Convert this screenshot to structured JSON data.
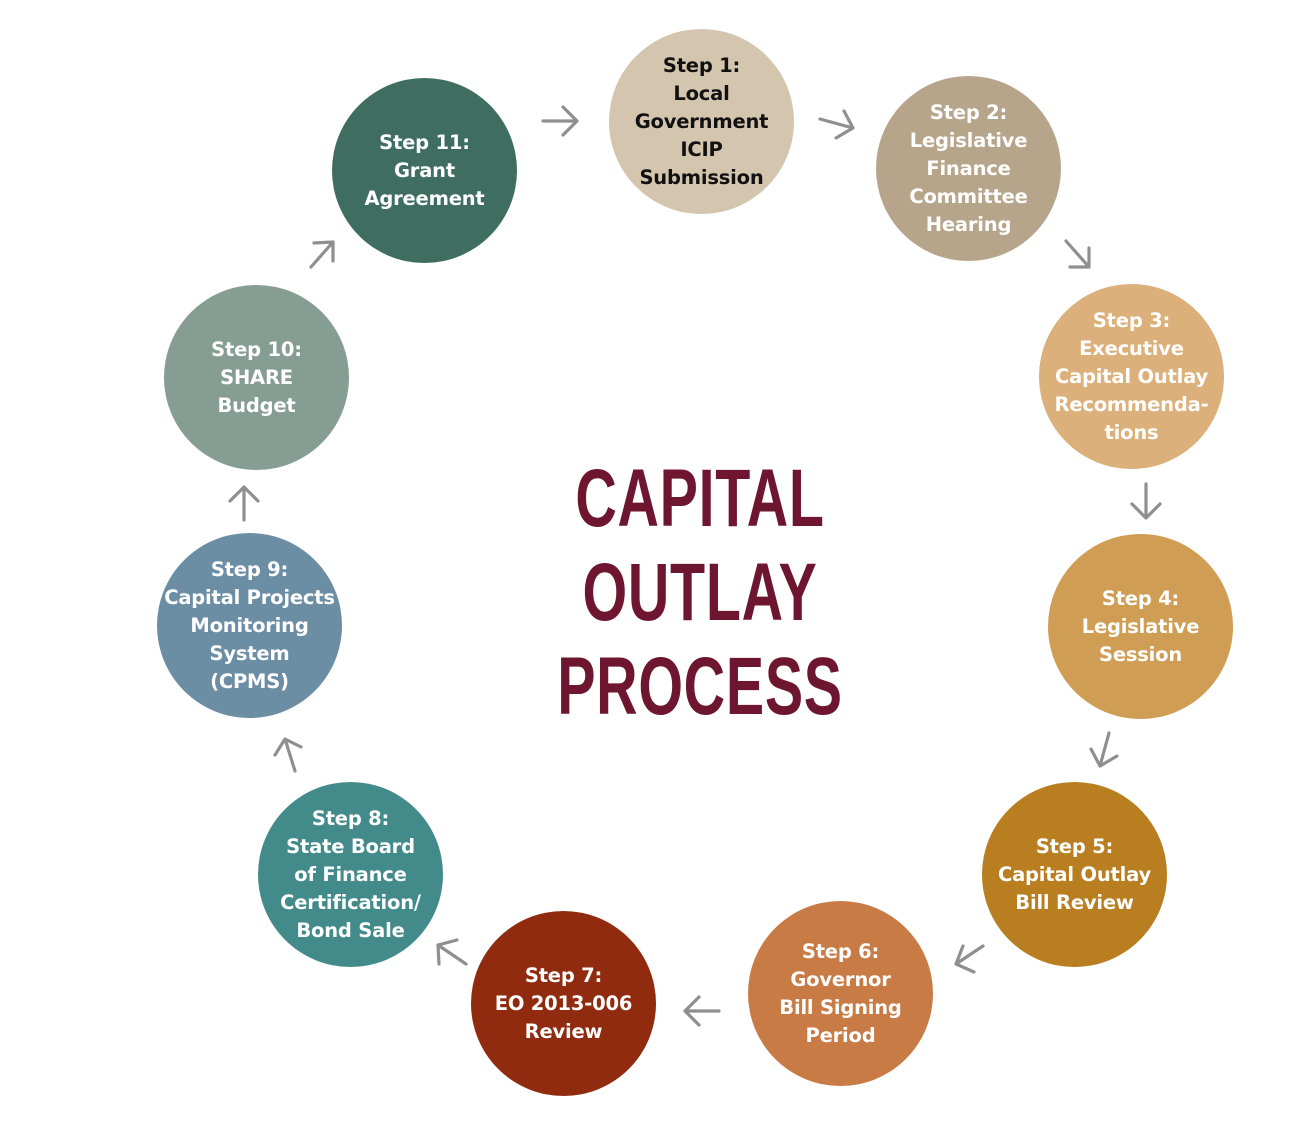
{
  "title": {
    "line1": "CAPITAL OUTLAY",
    "line2": "PROCESS",
    "color": "#6e1530"
  },
  "steps": [
    {
      "label": "Step 1:\nLocal\nGovernment\nICIP\nSubmission",
      "fill": "#d4c5ae",
      "text_color": "#111111"
    },
    {
      "label": "Step 2:\nLegislative\nFinance\nCommittee\nHearing",
      "fill": "#b6a58a",
      "text_color": "#ffffff"
    },
    {
      "label": "Step 3:\nExecutive\nCapital Outlay\nRecommenda-\ntions",
      "fill": "#dcb07a",
      "text_color": "#ffffff"
    },
    {
      "label": "Step 4:\nLegislative\nSession",
      "fill": "#cf9e54",
      "text_color": "#ffffff"
    },
    {
      "label": "Step 5:\nCapital Outlay\nBill Review",
      "fill": "#b87e20",
      "text_color": "#ffffff"
    },
    {
      "label": "Step 6:\nGovernor\nBill Signing\nPeriod",
      "fill": "#c97b46",
      "text_color": "#ffffff"
    },
    {
      "label": "Step 7:\nEO 2013-006\nReview",
      "fill": "#902b0f",
      "text_color": "#ffffff"
    },
    {
      "label": "Step 8:\nState Board\nof Finance\nCertification/\nBond Sale",
      "fill": "#438b8b",
      "text_color": "#ffffff"
    },
    {
      "label": "Step 9:\nCapital Projects\nMonitoring\nSystem\n(CPMS)",
      "fill": "#6c8ea5",
      "text_color": "#ffffff"
    },
    {
      "label": "Step 10:\nSHARE\nBudget",
      "fill": "#869d93",
      "text_color": "#ffffff"
    },
    {
      "label": "Step 11:\nGrant\nAgreement",
      "fill": "#3f6e60",
      "text_color": "#ffffff"
    }
  ],
  "arrow_color": "#8f8f8f",
  "arrow_icon": "chevron-arrow"
}
